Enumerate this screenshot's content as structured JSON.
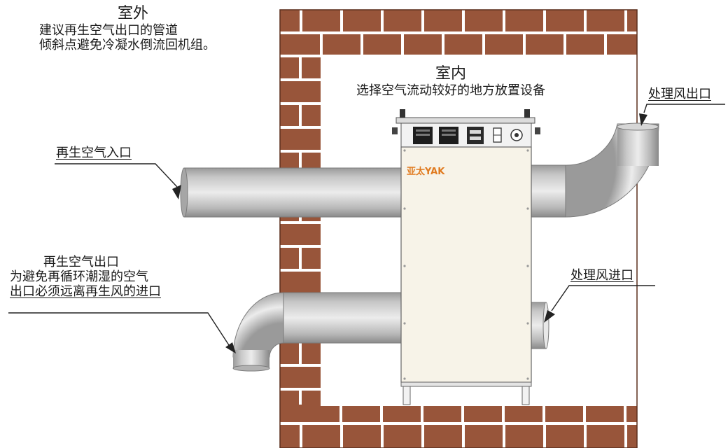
{
  "outdoor": {
    "title": "室外",
    "note_line1": "建议再生空气出口的管道",
    "note_line2": "倾斜点避免冷凝水倒流回机组。"
  },
  "indoor": {
    "title": "室内",
    "note": "选择空气流动较好的地方放置设备"
  },
  "labels": {
    "regen_inlet": "再生空气入口",
    "regen_outlet_title": "再生空气出口",
    "regen_outlet_note_line1": "为避免再循环潮湿的空气",
    "regen_outlet_note_line2": "出口必须远离再生风的进口",
    "process_outlet": "处理风出口",
    "process_inlet": "处理风进口"
  },
  "unit": {
    "brand": "亚太YAK"
  },
  "colors": {
    "brick": "#98553a",
    "mortar": "#ffffff",
    "duct_light": "#e4e4e4",
    "duct_dark": "#8c8c8c",
    "cabinet": "#f7f3e8",
    "cabinet_edge": "#666666",
    "brand_orange": "#e07a1f",
    "leader": "#222222"
  }
}
